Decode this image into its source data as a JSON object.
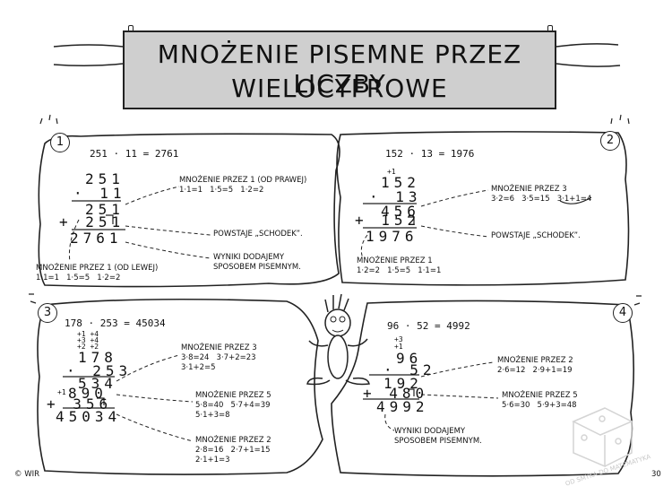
{
  "title": {
    "line1": "MNOŻENIE PISEMNE PRZEZ LICZBY",
    "line2": "WIELOCYFROWE"
  },
  "badges": [
    "1",
    "2",
    "3",
    "4"
  ],
  "s1": {
    "equation": "251 · 11 = 2761",
    "rows": [
      "251",
      "· 11",
      "251",
      "+ 251",
      "2761"
    ],
    "note_a": "MNOŻENIE PRZEZ 1 (OD PRAWEJ)\n1·1=1   1·5=5   1·2=2",
    "note_b": "POWSTAJE „SCHODEK”.",
    "note_c": "WYNIKI DODAJEMY\nSPOSOBEM PISEMNYM.",
    "note_d": "MNOŻENIE PRZEZ 1 (OD LEWEJ)\n1·1=1   1·5=5   1·2=2"
  },
  "s2": {
    "equation": "152 · 13 = 1976",
    "carry": "+1",
    "rows": [
      "152",
      "· 13",
      "456",
      "+ 152",
      "1976"
    ],
    "note_a": "MNOŻENIE PRZEZ 3\n3·2=6   3·5=15   3·1+1=4",
    "note_b": "POWSTAJE „SCHODEK”.",
    "note_c": "MNOŻENIE PRZEZ 1\n1·2=2   1·5=5   1·1=1"
  },
  "s3": {
    "equation": "178 · 253 = 45034",
    "carries": [
      "+1 +4",
      "+3 +4",
      "+2 +2"
    ],
    "carry_side": "+1",
    "rows": [
      "178",
      "· 253",
      "534",
      "890",
      "+ 356",
      "45034"
    ],
    "note_a": "MNOŻENIE PRZEZ 3\n3·8=24   3·7+2=23\n3·1+2=5",
    "note_b": "MNOŻENIE PRZEZ 5\n5·8=40   5·7+4=39\n5·1+3=8",
    "note_c": "MNOŻENIE PRZEZ 2\n2·8=16   2·7+1=15\n2·1+1=3"
  },
  "s4": {
    "equation": "96 · 52 = 4992",
    "carries": [
      "+3",
      "+1"
    ],
    "rows": [
      "96",
      "· 52",
      "192",
      "+ 480",
      "4992"
    ],
    "note_a": "MNOŻENIE PRZEZ 2\n2·6=12   2·9+1=19",
    "note_b": "MNOŻENIE PRZEZ 5\n5·6=30   5·9+3=48",
    "note_c": "WYNIKI DODAJEMY\nSPOSOBEM PISEMNYM."
  },
  "footer": {
    "copyright": "© WIR",
    "page": "30"
  },
  "watermark": "OD SMYKA DO MATEMATYKA"
}
